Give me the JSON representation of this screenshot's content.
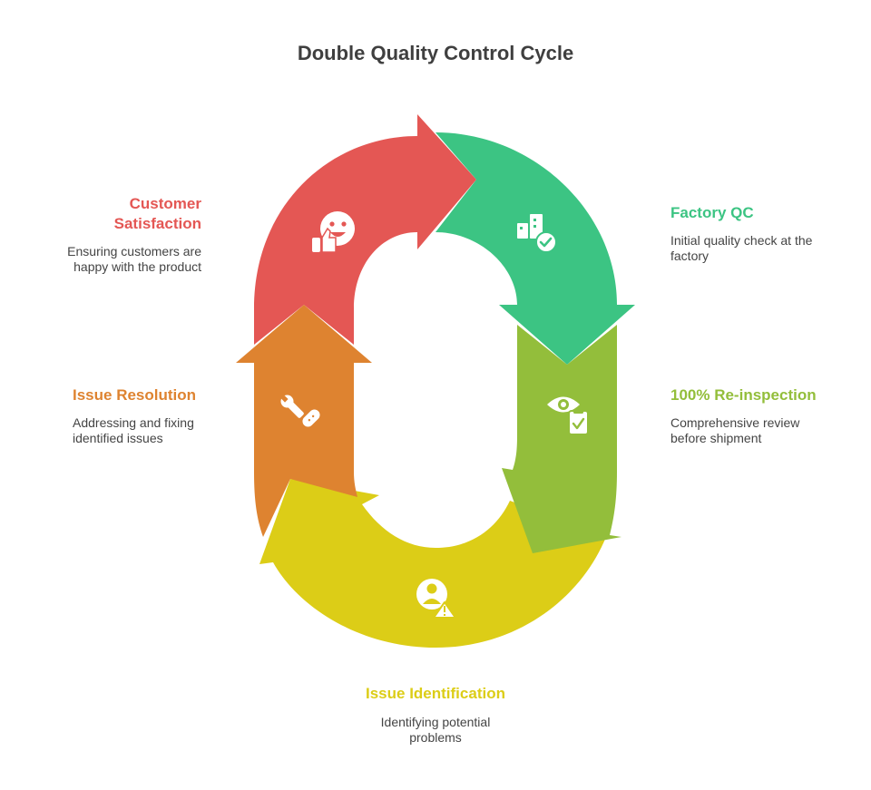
{
  "title": "Double Quality Control Cycle",
  "steps": [
    {
      "id": "factory-qc",
      "heading": "Factory QC",
      "description": "Initial quality check at the factory",
      "color": "#3cc483",
      "icon": "building-check-icon"
    },
    {
      "id": "re-inspection",
      "heading": "100% Re-inspection",
      "description": "Comprehensive review before shipment",
      "color": "#93be3b",
      "icon": "eye-clipboard-icon"
    },
    {
      "id": "issue-identification",
      "heading": "Issue Identification",
      "description": "Identifying potential problems",
      "color": "#dccd17",
      "icon": "user-warning-icon"
    },
    {
      "id": "issue-resolution",
      "heading": "Issue Resolution",
      "description": "Addressing and fixing identified issues",
      "color": "#de8330",
      "icon": "wrench-bandage-icon"
    },
    {
      "id": "customer-satisfaction",
      "heading": "Customer Satisfaction",
      "description": "Ensuring customers are happy with the product",
      "color": "#e45754",
      "icon": "smiley-thumbs-up-icon"
    }
  ]
}
